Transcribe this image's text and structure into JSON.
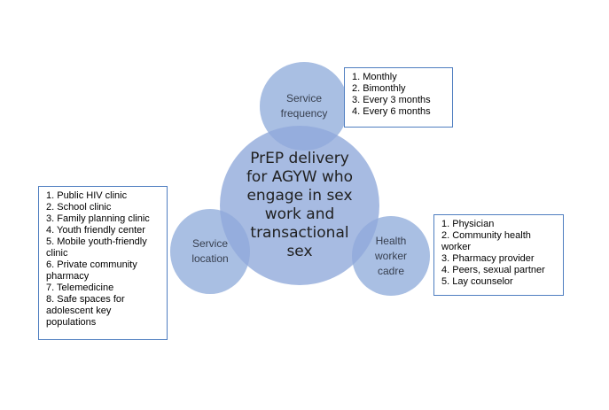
{
  "diagram": {
    "center_circle": {
      "label": "PrEP delivery\nfor AGYW who\nengage in sex\nwork and\ntransactional\nsex"
    },
    "top_circle": {
      "label": "Service\nfrequency"
    },
    "left_circle": {
      "label": "Service\nlocation"
    },
    "right_circle": {
      "label": "Health\nworker\ncadre"
    },
    "frequency_box": {
      "items": [
        "1. Monthly",
        "2. Bimonthly",
        "3. Every 3 months",
        "4. Every 6 months"
      ]
    },
    "location_box": {
      "items": [
        "1. Public HIV clinic",
        "2. School clinic",
        "3. Family planning clinic",
        "4. Youth friendly center",
        "5. Mobile youth-friendly clinic",
        "6. Private community pharmacy",
        "7. Telemedicine",
        "8. Safe spaces for adolescent key populations"
      ]
    },
    "cadre_box": {
      "items": [
        "1. Physician",
        "2. Community health worker",
        "3. Pharmacy provider",
        "4. Peers, sexual partner",
        "5. Lay counselor"
      ]
    },
    "colors": {
      "circle_fill": "#9bb2de",
      "box_border": "#4f7ec0"
    }
  }
}
